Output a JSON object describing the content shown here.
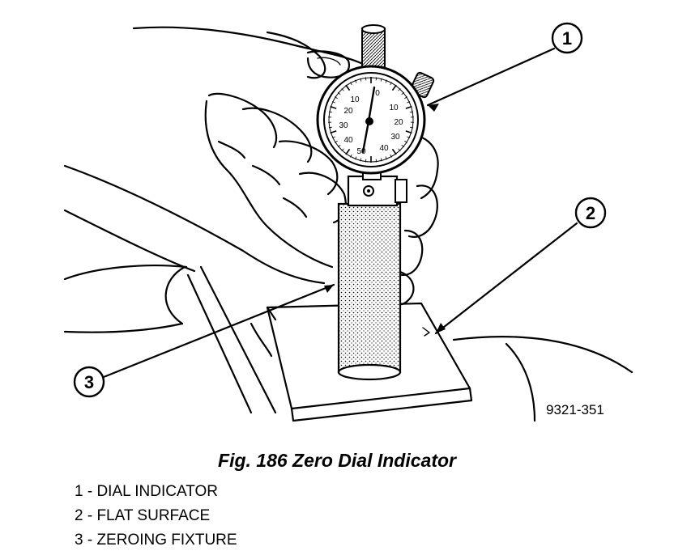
{
  "figure": {
    "caption": "Fig. 186 Zero Dial Indicator",
    "drawing_number": "9321-351",
    "callouts": [
      {
        "number": "1",
        "label": "DIAL INDICATOR"
      },
      {
        "number": "2",
        "label": "FLAT SURFACE"
      },
      {
        "number": "3",
        "label": "ZEROING FIXTURE"
      }
    ],
    "legend": [
      "1 - DIAL INDICATOR",
      "2 - FLAT SURFACE",
      "3 - ZEROING FIXTURE"
    ],
    "dial_scale": {
      "left": [
        "10",
        "20",
        "30",
        "40",
        "50"
      ],
      "right": [
        "0",
        "10",
        "20",
        "30",
        "40"
      ]
    }
  }
}
